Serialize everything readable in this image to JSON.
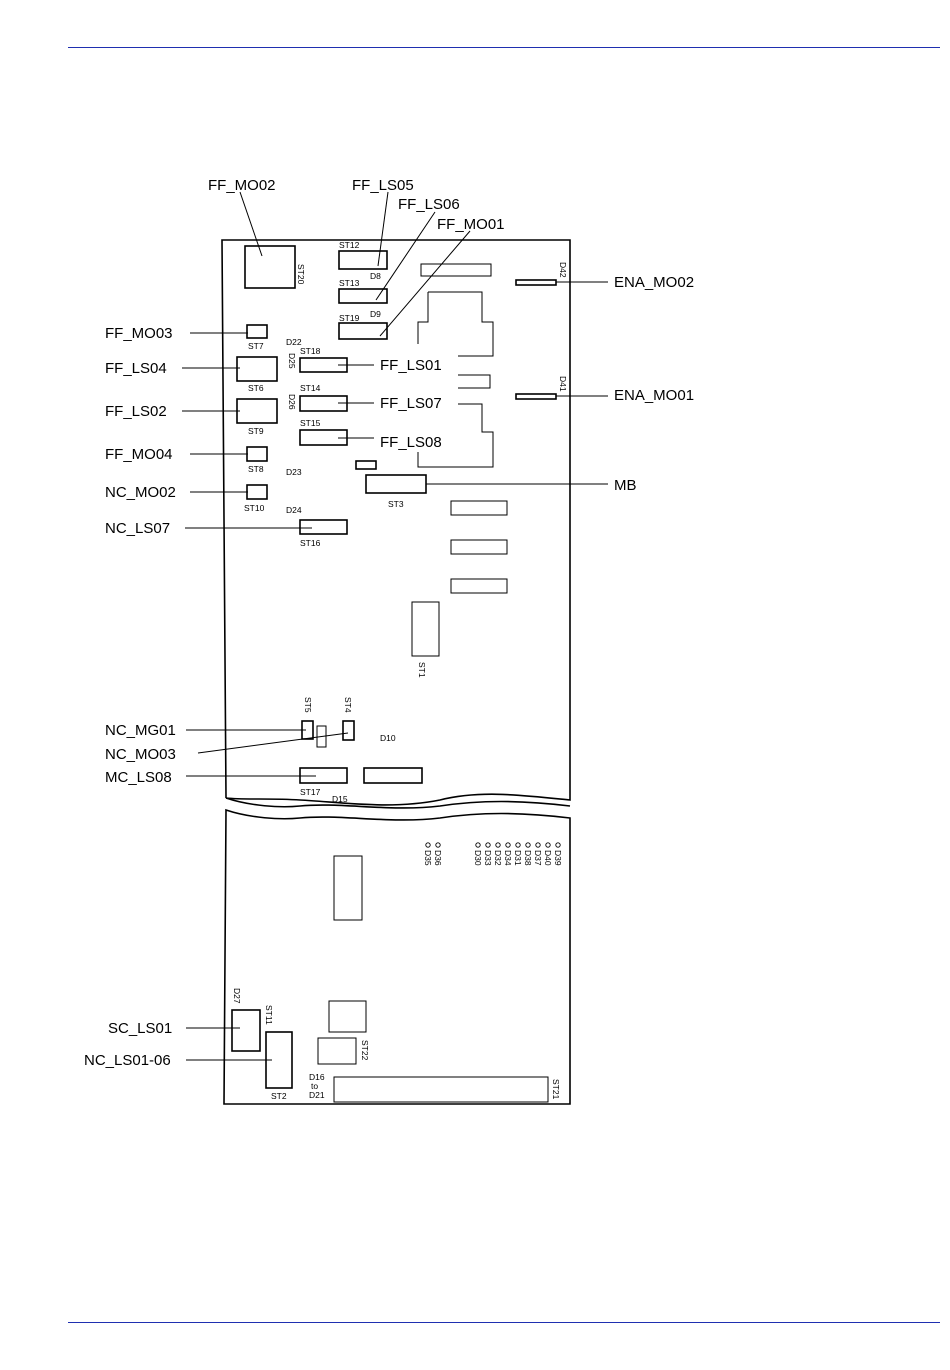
{
  "colors": {
    "rule": "#1f2fb0",
    "ink": "#000000",
    "paper": "#ffffff"
  },
  "callouts": {
    "ff_mo02": "FF_MO02",
    "ff_ls05": "FF_LS05",
    "ff_ls06": "FF_LS06",
    "ff_mo01": "FF_MO01",
    "ena_mo02": "ENA_MO02",
    "ena_mo01": "ENA_MO01",
    "ff_mo03": "FF_MO03",
    "ff_ls04": "FF_LS04",
    "ff_ls02": "FF_LS02",
    "ff_mo04": "FF_MO04",
    "nc_mo02": "NC_MO02",
    "nc_ls07": "NC_LS07",
    "ff_ls01": "FF_LS01",
    "ff_ls07": "FF_LS07",
    "ff_ls08": "FF_LS08",
    "mb": "MB",
    "nc_mg01": "NC_MG01",
    "nc_mo03": "NC_MO03",
    "mc_ls08": "MC_LS08",
    "sc_ls01": "SC_LS01",
    "nc_ls01_06": "NC_LS01-06"
  },
  "board": {
    "st12": "ST12",
    "st13": "ST13",
    "st19": "ST19",
    "st20": "ST20",
    "st7": "ST7",
    "st6": "ST6",
    "st9": "ST9",
    "st8": "ST8",
    "st10": "ST10",
    "st18": "ST18",
    "st14": "ST14",
    "st15": "ST15",
    "st16": "ST16",
    "st3": "ST3",
    "st1": "ST1",
    "st5": "ST5",
    "st4": "ST4",
    "st17": "ST17",
    "st11": "ST11",
    "st2": "ST2",
    "st22": "ST22",
    "st21": "ST21",
    "d8": "D8",
    "d9": "D9",
    "d22": "D22",
    "d25": "D25",
    "d26": "D26",
    "d23": "D23",
    "d24": "D24",
    "d10": "D10",
    "d15": "D15",
    "d42": "D42",
    "d41": "D41",
    "d27": "D27",
    "d16": "D16",
    "to": "to",
    "d21": "D21",
    "d36": "D36",
    "d35": "D35",
    "d30": "D30",
    "d33": "D33",
    "d32": "D32",
    "d34": "D34",
    "d31": "D31",
    "d38": "D38",
    "d37": "D37",
    "d40": "D40",
    "d39": "D39"
  }
}
